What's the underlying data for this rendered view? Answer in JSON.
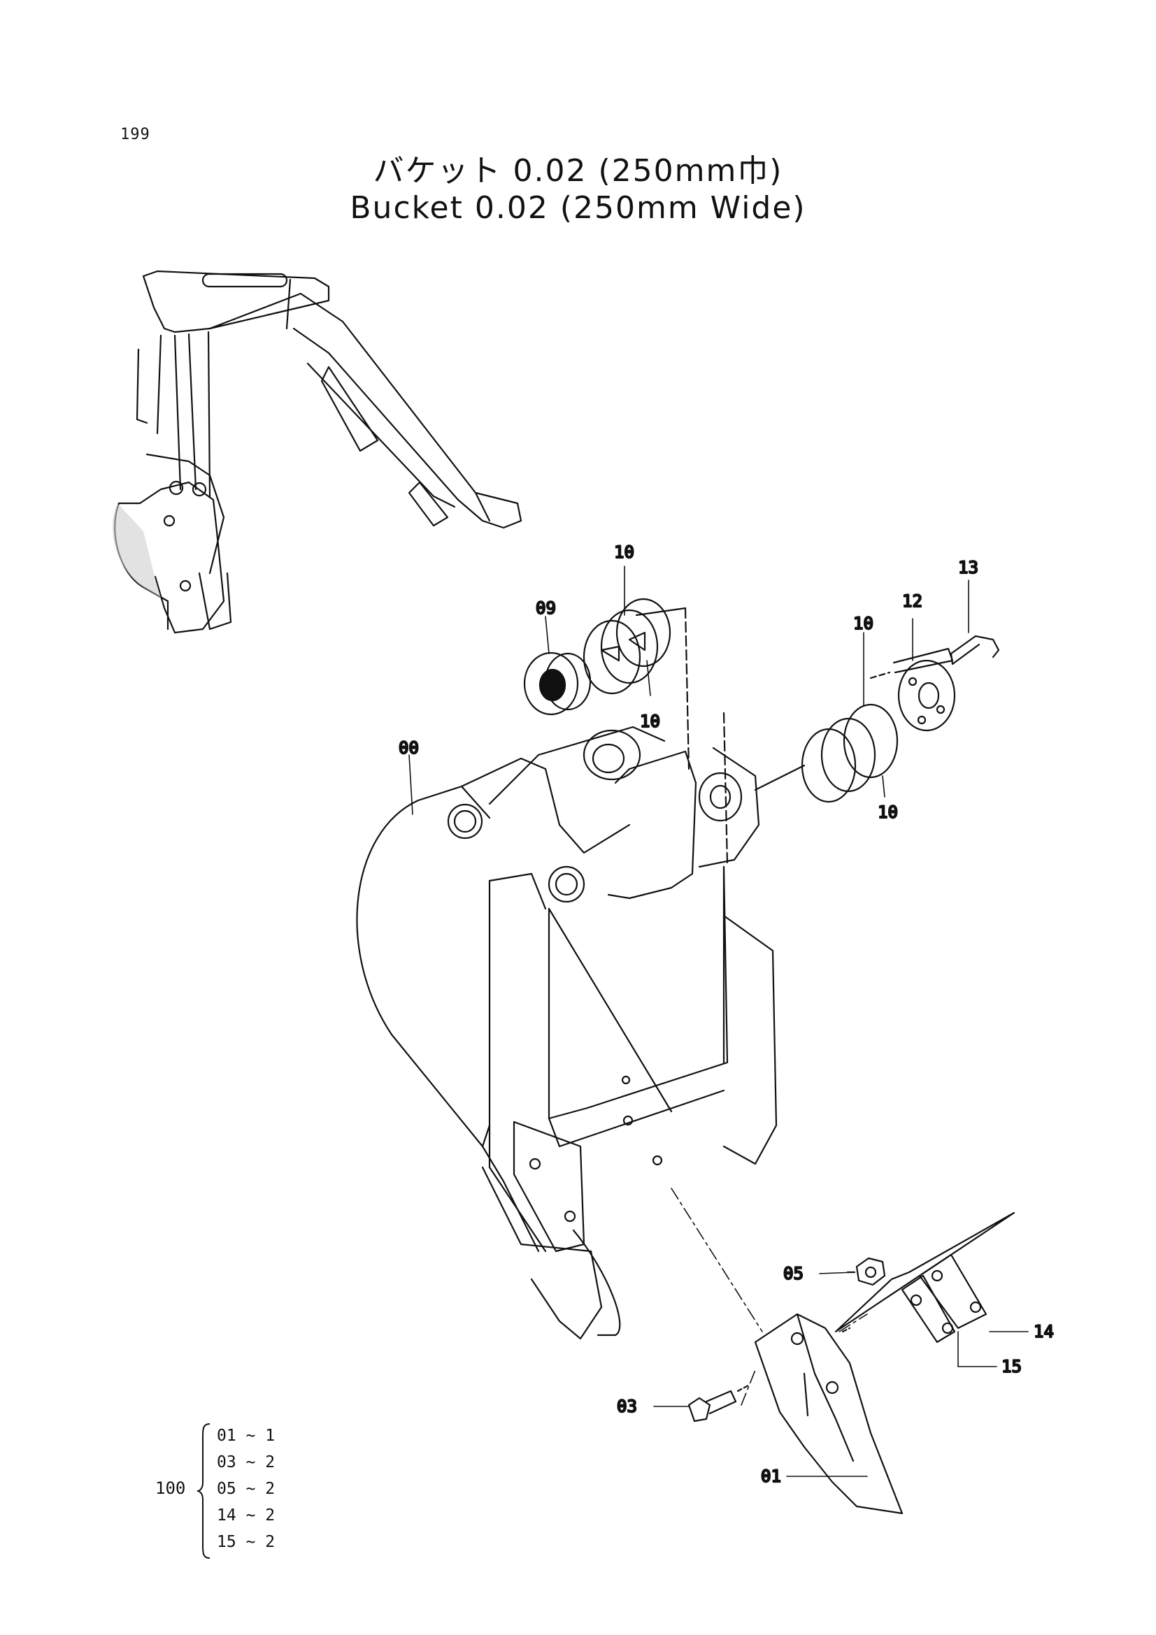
{
  "page": {
    "number": "199"
  },
  "title": {
    "japanese": "バケット 0.02 (250mm巾)",
    "english": "Bucket 0.02 (250mm Wide)"
  },
  "callouts": {
    "bucket": "00",
    "tooth": "01",
    "bolt": "03",
    "nut": "05",
    "seal": "09",
    "shim_top": "10",
    "shim_top_lower": "10",
    "shim_right": "10",
    "shim_right_lower": "10",
    "plate": "12",
    "bolt_plate": "13",
    "side_cutter": "14",
    "side_cutter_plate": "15"
  },
  "kit": {
    "number": "100",
    "items": [
      "01 ~ 1",
      "03 ~ 2",
      "05 ~ 2",
      "14 ~ 2",
      "15 ~ 2"
    ]
  }
}
